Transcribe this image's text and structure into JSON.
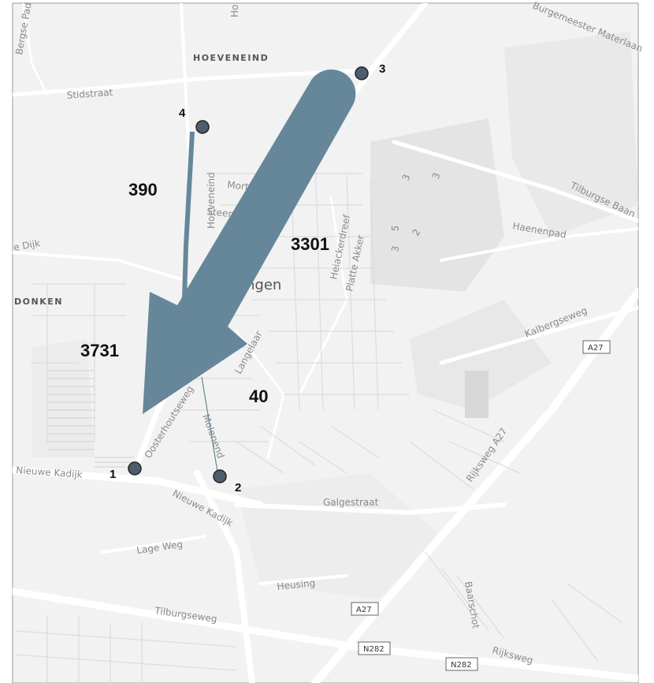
{
  "map": {
    "town_label_partial": "ngen",
    "area_labels": {
      "hoeveneind": "HOEVENEIND",
      "donken": "DONKEN"
    },
    "street_labels": {
      "bergse_pad": "Bergse Pad",
      "burgemeester_materlaan": "Burgemeester Materlaan",
      "stidstraat": "Stidstraat",
      "mortel": "Mortel",
      "steen": "Steen",
      "hoeveneind_vertical": "Hoeveneind",
      "ho_top": "Ho",
      "tilburgse_baan": "Tilburgse Baan",
      "haenenpad": "Haenenpad",
      "heiackerdreef": "Heiackerdreef",
      "platte_akker": "Platte Akker",
      "dijk": "e Dijk",
      "kalbergseweg": "Kalbergseweg",
      "langelaar": "Langelaar",
      "oosterhoutseweg": "Oosterhoutseweg",
      "molenend": "Molenend",
      "nieuwe_kadijk_left": "Nieuwe Kadijk",
      "nieuwe_kadijk": "Nieuwe Kadijk",
      "galgestraat": "Galgestraat",
      "rijksweg_a27": "Rijksweg A27",
      "lage_weg": "Lage Weg",
      "heusing": "Heusing",
      "tilburgseweg": "Tilburgseweg",
      "baarschot": "Baarschot",
      "rijksweg_bottom": "Rijksweg"
    },
    "digits": [
      "3",
      "5",
      "3",
      "2",
      "3"
    ],
    "road_shields": [
      {
        "id": "a27_right",
        "label": "A27"
      },
      {
        "id": "a27_bottom",
        "label": "A27"
      },
      {
        "id": "n282_left",
        "label": "N282"
      },
      {
        "id": "n282_right",
        "label": "N282"
      }
    ],
    "flow_values": [
      {
        "id": "flow-3301",
        "value": "3301"
      },
      {
        "id": "flow-3731",
        "value": "3731"
      },
      {
        "id": "flow-390",
        "value": "390"
      },
      {
        "id": "flow-40",
        "value": "40"
      }
    ],
    "points": [
      {
        "id": "1",
        "label": "1"
      },
      {
        "id": "2",
        "label": "2"
      },
      {
        "id": "3",
        "label": "3"
      },
      {
        "id": "4",
        "label": "4"
      }
    ],
    "colors": {
      "flow_arrow": "#66879a",
      "point_fill": "#4f5c6f",
      "map_bg": "#f2f2f2",
      "road": "#ffffff"
    }
  }
}
